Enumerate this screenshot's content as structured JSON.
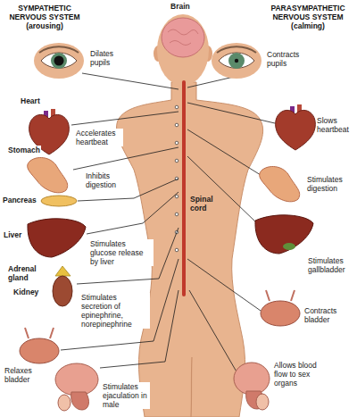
{
  "diagram": {
    "labels": [
      "SYMPATHETIC NERVOUS SYSTEM (arousing)",
      "Brain",
      "PARASYMPATHETIC NERVOUS SYSTEM (calming)",
      "Dilates pupils",
      "Contracts pupils",
      "Heart",
      "Accelerates heartbeat",
      "Slows heartbeat",
      "Spinal cord",
      "Stomach",
      "Inhibits digestion",
      "Stimulates digestion",
      "Pancreas",
      "Stimulates glucose release by liver",
      "Liver",
      "Stimulates gallbladder",
      "Adrenal gland",
      "Kidney",
      "Stimulates secretion of epinephrine, norepinephrine",
      "Contracts bladder",
      "Relaxes bladder",
      "Stimulates ejaculation in male",
      "Allows blood flow to sex organs"
    ]
  }
}
